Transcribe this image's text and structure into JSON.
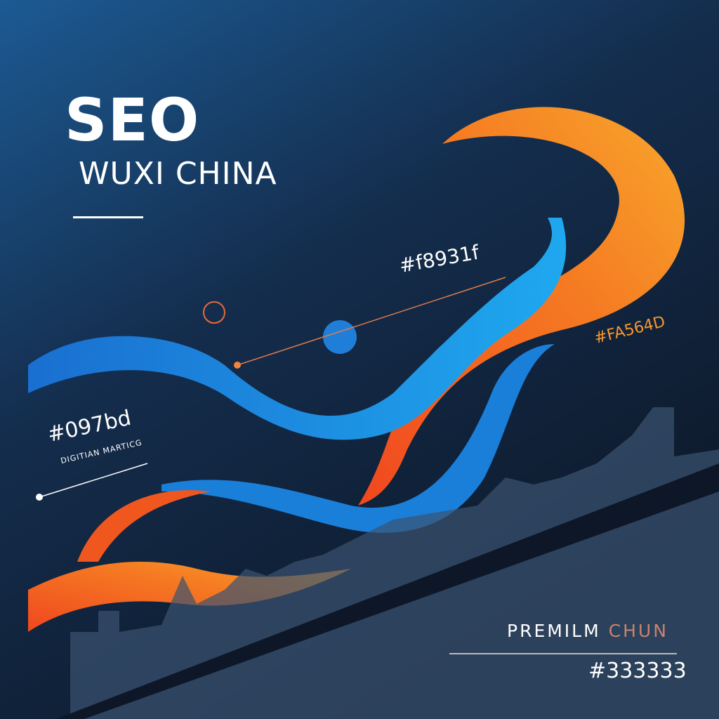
{
  "title": "SEO",
  "subtitle": "WUXI CHINA",
  "color_labels": [
    "#f8931f",
    "#FA564D",
    "#097bd"
  ],
  "tagline": "DIGITIAN MARTICG",
  "footer": {
    "premium_a": "PREMILM",
    "premium_b": "CHUN",
    "code": "#333333"
  },
  "colors": {
    "bg_top": "#1c5a93",
    "bg_bottom": "#0d1a2e",
    "blue": "#1f8ae0",
    "light_blue": "#1aa9ee",
    "orange": "#f26b21",
    "amber": "#f7a12b",
    "skyline": "#3b5370"
  }
}
